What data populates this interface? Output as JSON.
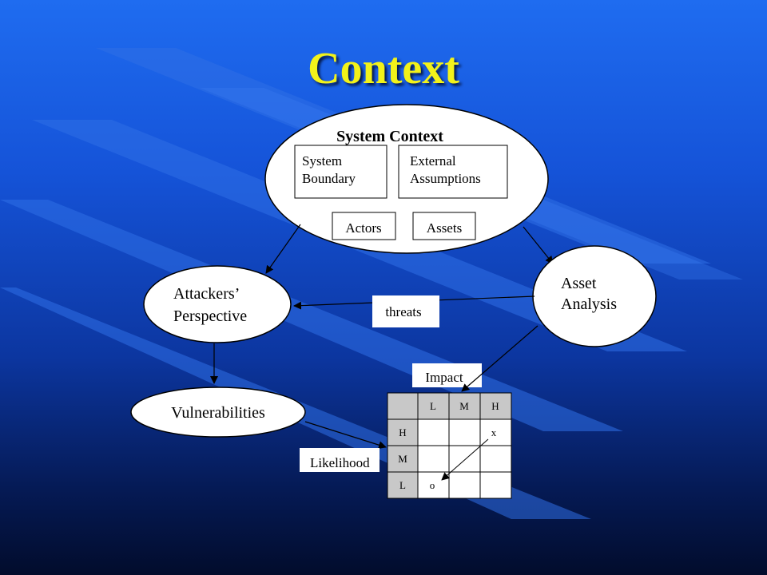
{
  "title": "Context",
  "colors": {
    "title": "#f2f21a",
    "background_top": "#1f6cf0",
    "background_bottom": "#020c2c"
  },
  "system_context": {
    "label": "System Context",
    "system_boundary": [
      "System",
      "Boundary"
    ],
    "external_assumptions": [
      "External",
      "Assumptions"
    ],
    "actors": "Actors",
    "assets": "Assets"
  },
  "attackers_perspective": [
    "Attackers’",
    "Perspective"
  ],
  "asset_analysis": [
    "Asset",
    "Analysis"
  ],
  "vulnerabilities": "Vulnerabilities",
  "threats": "threats",
  "impact": "Impact",
  "likelihood": "Likelihood",
  "matrix": {
    "columns": [
      "L",
      "M",
      "H"
    ],
    "rows": [
      {
        "label": "H",
        "cells": [
          "",
          "",
          "x"
        ]
      },
      {
        "label": "M",
        "cells": [
          "",
          "",
          ""
        ]
      },
      {
        "label": "L",
        "cells": [
          "o",
          "",
          ""
        ]
      }
    ]
  }
}
